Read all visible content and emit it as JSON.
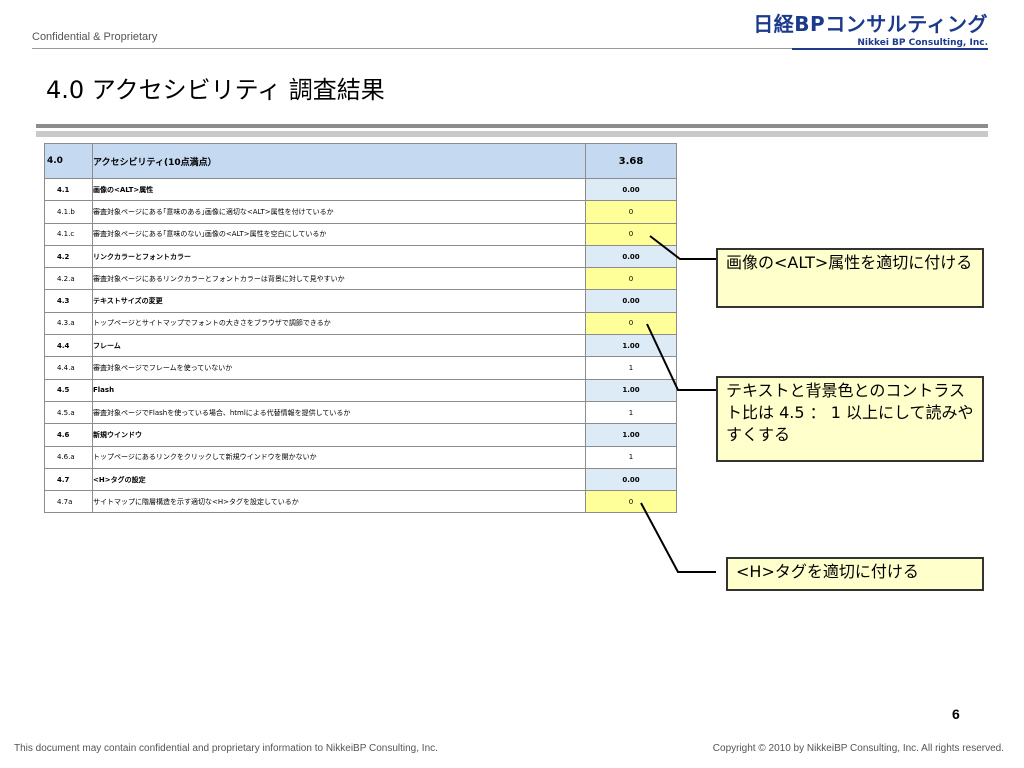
{
  "header": {
    "confidential": "Confidential & Proprietary",
    "logo_main": "日経BPコンサルティング",
    "logo_sub": "Nikkei BP Consulting, Inc."
  },
  "title": "4.0  アクセシビリティ  調査結果",
  "table": {
    "main": {
      "id": "4.0",
      "name": "アクセシビリティ(10点満点）",
      "value": "3.68"
    },
    "rows": [
      {
        "kind": "section",
        "id": "4.1",
        "name": "画像の<ALT>属性",
        "value": "0.00"
      },
      {
        "kind": "item",
        "id": "4.1.b",
        "name": "審査対象ページにある｢意味のある｣画像に適切な<ALT>属性を付けているか",
        "value": "0",
        "low": true
      },
      {
        "kind": "item",
        "id": "4.1.c",
        "name": "審査対象ページにある｢意味のない｣画像の<ALT>属性を空白にしているか",
        "value": "0",
        "low": true
      },
      {
        "kind": "section",
        "id": "4.2",
        "name": "リンクカラーとフォントカラー",
        "value": "0.00"
      },
      {
        "kind": "item",
        "id": "4.2.a",
        "name": "審査対象ページにあるリンクカラーとフォントカラーは背景に対して見やすいか",
        "value": "0",
        "low": true
      },
      {
        "kind": "section",
        "id": "4.3",
        "name": "テキストサイズの変更",
        "value": "0.00"
      },
      {
        "kind": "item",
        "id": "4.3.a",
        "name": "トップページとサイトマップでフォントの大きさをブラウザで調節できるか",
        "value": "0",
        "low": true
      },
      {
        "kind": "section",
        "id": "4.4",
        "name": "フレーム",
        "value": "1.00"
      },
      {
        "kind": "item",
        "id": "4.4.a",
        "name": "審査対象ページでフレームを使っていないか",
        "value": "1",
        "low": false
      },
      {
        "kind": "section",
        "id": "4.5",
        "name": "Flash",
        "value": "1.00"
      },
      {
        "kind": "item",
        "id": "4.5.a",
        "name": "審査対象ページでFlashを使っている場合、htmlによる代替情報を提供しているか",
        "value": "1",
        "low": false
      },
      {
        "kind": "section",
        "id": "4.6",
        "name": "新規ウインドウ",
        "value": "1.00"
      },
      {
        "kind": "item",
        "id": "4.6.a",
        "name": "トップページにあるリンクをクリックして新規ウインドウを開かないか",
        "value": "1",
        "low": false
      },
      {
        "kind": "section",
        "id": "4.7",
        "name": "<H>タグの設定",
        "value": "0.00"
      },
      {
        "kind": "item",
        "id": "4.7a",
        "name": "サイトマップに階層構造を示す適切な<H>タグを設定しているか",
        "value": "0",
        "low": true
      }
    ]
  },
  "callouts": {
    "alt": "画像の<ALT>属性を適切に付ける",
    "contrast": "テキストと背景色とのコントラスト比は 4.5 ： 1 以上にして読みやすくする",
    "htag": "<H>タグを適切に付ける"
  },
  "page_number": "6",
  "footer": {
    "left": "This document may contain confidential and proprietary information to NikkeiBP Consulting, Inc.",
    "right": "Copyright © 2010 by NikkeiBP Consulting, Inc. All rights reserved."
  },
  "colors": {
    "brand": "#1b3a8c",
    "header_fill": "#c5d9f1",
    "section_fill": "#dcebf5",
    "low_score_fill": "#ffff99",
    "callout_fill": "#ffffcc"
  }
}
